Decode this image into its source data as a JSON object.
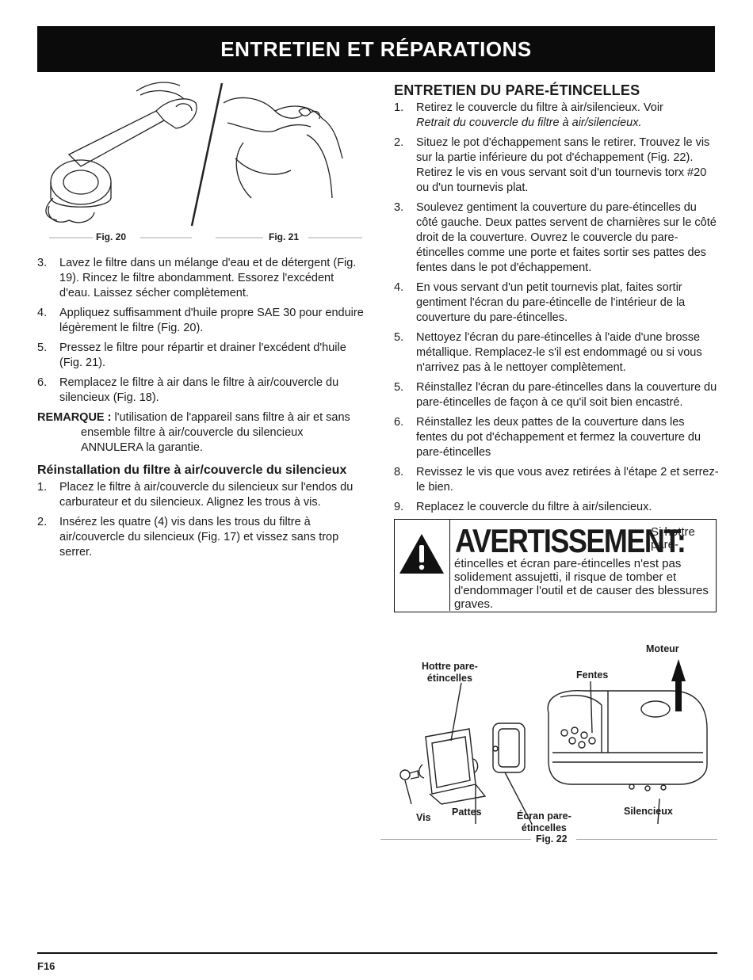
{
  "banner": {
    "title": "ENTRETIEN ET RÉPARATIONS"
  },
  "figures": {
    "fig20": "Fig. 20",
    "fig21": "Fig. 21",
    "fig22": "Fig. 22"
  },
  "left": {
    "steps": [
      {
        "num": "3.",
        "text": "Lavez le filtre dans un mélange d'eau et de détergent (Fig. 19). Rincez le filtre abondamment. Essorez l'excédent d'eau. Laissez sécher complètement."
      },
      {
        "num": "4.",
        "text": "Appliquez suffisamment d'huile propre SAE 30 pour enduire légèrement le filtre (Fig. 20)."
      },
      {
        "num": "5.",
        "text": "Pressez le filtre pour répartir et drainer l'excédent d'huile (Fig. 21)."
      },
      {
        "num": "6.",
        "text": "Remplacez le filtre à air dans le filtre à air/couvercle du silencieux (Fig. 18)."
      }
    ],
    "note_label": "REMARQUE :",
    "note_text": " l'utilisation de l'appareil sans filtre à air et sans ensemble filtre à air/couvercle du silencieux ANNULERA la garantie.",
    "reinstall_title": "Réinstallation du filtre à air/couvercle du silencieux",
    "reinstall_steps": [
      {
        "num": "1.",
        "text": "Placez le filtre à air/couvercle du silencieux sur l'endos du carburateur et du silencieux. Alignez les trous à vis."
      },
      {
        "num": "2.",
        "text": "Insérez les quatre (4) vis dans les trous du filtre à air/couvercle du silencieux (Fig. 17) et vissez sans trop serrer."
      }
    ]
  },
  "right": {
    "title": "ENTRETIEN DU PARE-ÉTINCELLES",
    "step1_num": "1.",
    "step1_text": "Retirez le couvercle du filtre à air/silencieux. Voir",
    "step1_ref": "Retrait du couvercle du filtre à air/silencieux.",
    "steps": [
      {
        "num": "2.",
        "text": "Situez le pot d'échappement sans le retirer. Trouvez le vis sur la partie inférieure du pot d'échappement (Fig. 22). Retirez le vis en vous servant soit d'un tournevis torx #20 ou d'un tournevis plat."
      },
      {
        "num": "3.",
        "text": "Soulevez gentiment la couverture du pare-étincelles du côté gauche. Deux pattes servent de charnières sur le côté droit de la couverture. Ouvrez le couvercle du pare-étincelles comme une porte et faites sortir ses pattes des fentes dans le pot d'échappement."
      },
      {
        "num": "4.",
        "text": "En vous servant d'un petit tournevis plat, faites sortir gentiment l'écran du pare-étincelle de l'intérieur de la couverture du pare-étincelles."
      },
      {
        "num": "5.",
        "text": "Nettoyez l'écran du pare-étincelles à l'aide d'une brosse métallique. Remplacez-le s'il est endommagé ou si vous n'arrivez pas à le nettoyer complètement."
      },
      {
        "num": "5.",
        "text": "Réinstallez l'écran du pare-étincelles dans la couverture du pare-étincelles de façon à ce qu'il soit bien encastré."
      },
      {
        "num": "6.",
        "text": "Réinstallez les deux pattes de la couverture dans les fentes du pot d'échappement et fermez la couverture du pare-étincelles"
      },
      {
        "num": "8.",
        "text": "Revissez le vis que vous avez retirées à l'étape 2 et serrez-le bien."
      },
      {
        "num": "9.",
        "text": "Replacez le couvercle du filtre à air/silencieux."
      }
    ]
  },
  "warning": {
    "title": "AVERTISSEMENT:",
    "lead": "Si hottre pare-",
    "body": "étincelles et écran pare-étincelles n'est pas solidement assujetti, il risque de tomber et d'endommager l'outil et de causer des blessures graves."
  },
  "fig22_labels": {
    "moteur": "Moteur",
    "hottre": "Hottre pare-\nétincelles",
    "fentes": "Fentes",
    "vis": "Vis",
    "pattes": "Pattes",
    "ecran": "Écran pare-\nétincelles",
    "silencieux": "Silencieux"
  },
  "footer": {
    "page": "F16"
  }
}
